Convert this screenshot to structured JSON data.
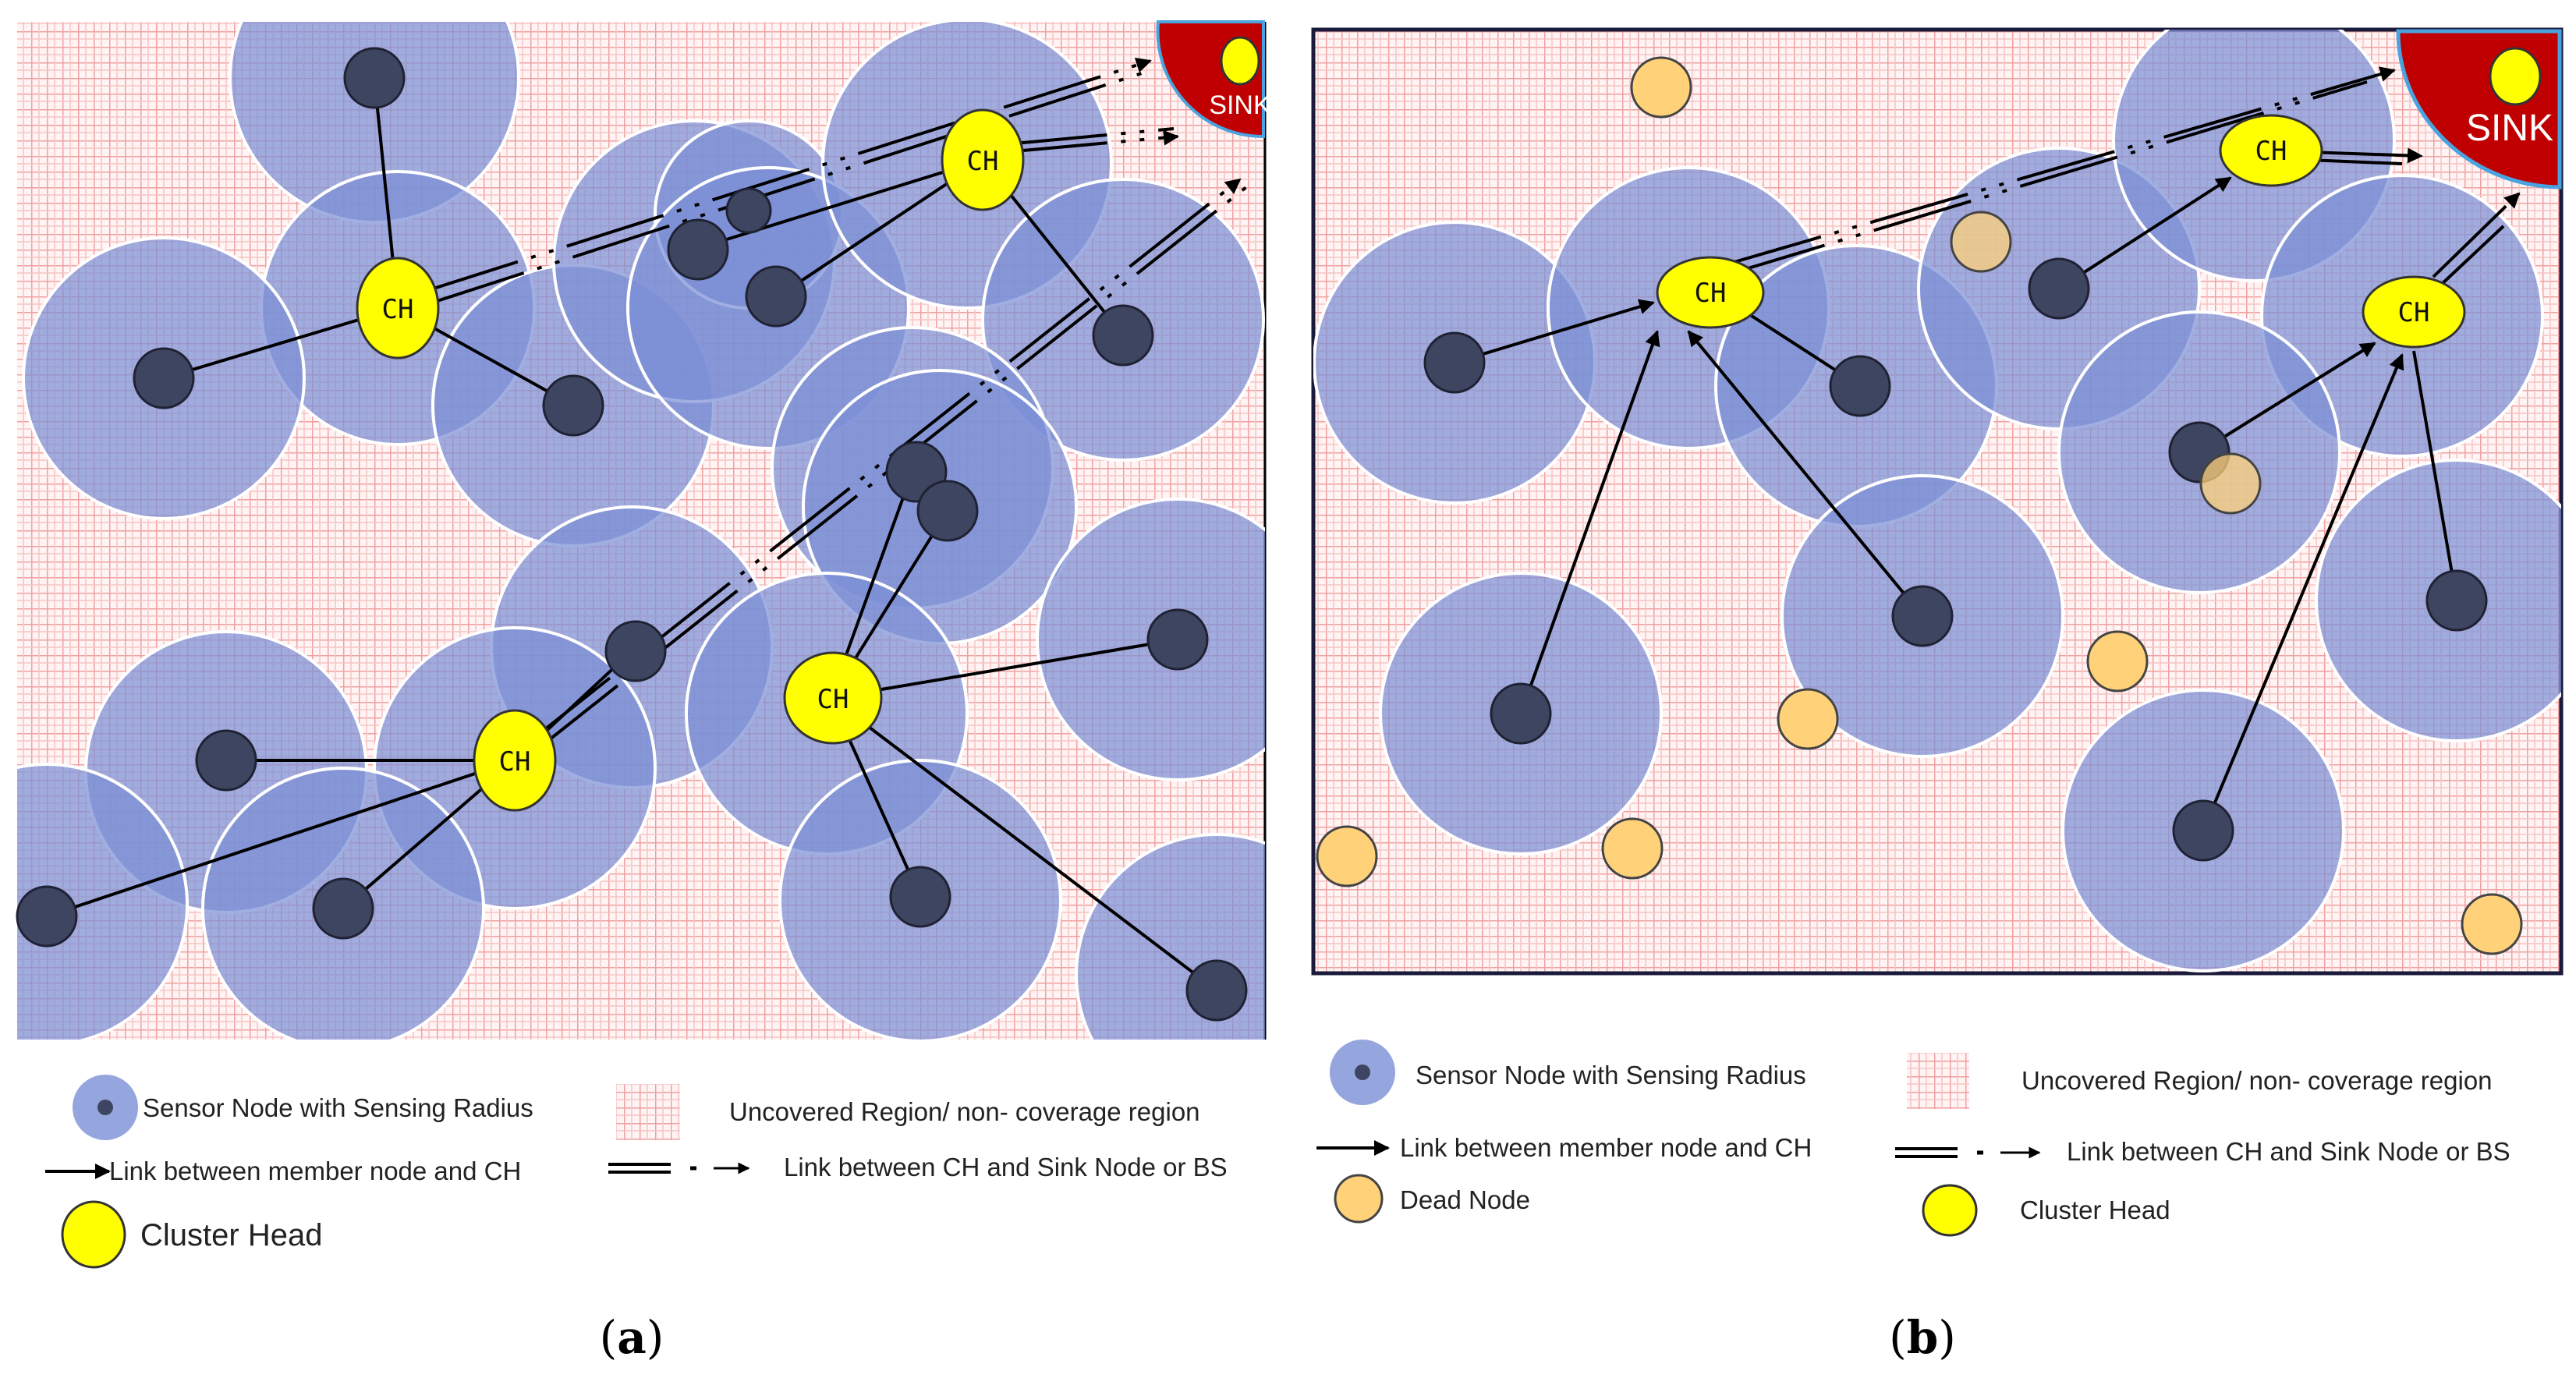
{
  "panel_a": {
    "caption_open": "(",
    "caption_letter": "a",
    "caption_close": ")",
    "ch_label": "CH",
    "sink_label": "SINK",
    "legend": {
      "sensor_node": "Sensor Node with Sensing Radius",
      "uncovered": "Uncovered Region/ non- coverage region",
      "member_link": "Link between member node and CH",
      "sink_link": "Link between CH and Sink Node or BS",
      "cluster_head": "Cluster Head"
    }
  },
  "panel_b": {
    "caption_open": "(",
    "caption_letter": "b",
    "caption_close": ")",
    "ch_label": "CH",
    "sink_label": "SINK",
    "legend": {
      "sensor_node": "Sensor Node with Sensing Radius",
      "uncovered": "Uncovered Region/ non- coverage region",
      "member_link": "Link between member node and CH",
      "sink_link": "Link between CH and Sink Node or BS",
      "dead_node": "Dead Node",
      "cluster_head": "Cluster Head"
    }
  },
  "colors": {
    "sensing_area": "#7b8fd6",
    "sensor_node": "#3e4560",
    "cluster_head": "#ffff00",
    "dead_node": "#ffd27a",
    "sink": "#c00000",
    "grid": "#f0a0a0",
    "link": "#000000"
  }
}
